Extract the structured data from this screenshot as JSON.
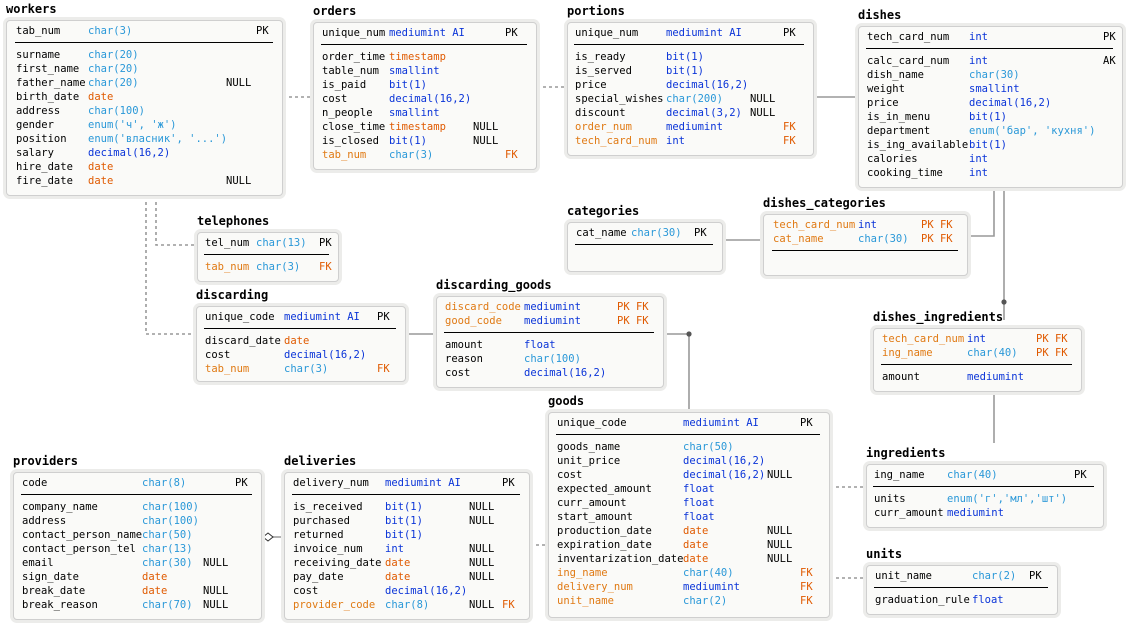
{
  "tables": [
    {
      "id": "workers",
      "title": "workers",
      "pk": [
        [
          "tab_num",
          "char(3)",
          "",
          "PK",
          0
        ]
      ],
      "fields": [
        [
          "surname",
          "char(20)",
          "",
          "",
          0
        ],
        [
          "first_name",
          "char(20)",
          "",
          "",
          0
        ],
        [
          "father_name",
          "char(20)",
          "NULL",
          "",
          0
        ],
        [
          "birth_date",
          "date",
          "",
          "",
          0
        ],
        [
          "address",
          "char(100)",
          "",
          "",
          0
        ],
        [
          "gender",
          "enum('ч', 'ж')",
          "",
          "",
          0
        ],
        [
          "position",
          "enum('власник', '...')",
          "",
          "",
          0
        ],
        [
          "salary",
          "decimal(16,2)",
          "",
          "",
          0
        ],
        [
          "hire_date",
          "date",
          "",
          "",
          0
        ],
        [
          "fire_date",
          "date",
          "NULL",
          "",
          0
        ]
      ]
    },
    {
      "id": "orders",
      "title": "orders",
      "pk": [
        [
          "unique_num",
          "mediumint AI",
          "",
          "PK",
          0
        ]
      ],
      "fields": [
        [
          "order_time",
          "timestamp",
          "",
          "",
          0
        ],
        [
          "table_num",
          "smallint",
          "",
          "",
          0
        ],
        [
          "is_paid",
          "bit(1)",
          "",
          "",
          0
        ],
        [
          "cost",
          "decimal(16,2)",
          "",
          "",
          0
        ],
        [
          "n_people",
          "smallint",
          "",
          "",
          0
        ],
        [
          "close_time",
          "timestamp",
          "NULL",
          "",
          0
        ],
        [
          "is_closed",
          "bit(1)",
          "NULL",
          "",
          0
        ],
        [
          "tab_num",
          "char(3)",
          "",
          "FK",
          1
        ]
      ]
    },
    {
      "id": "portions",
      "title": "portions",
      "pk": [
        [
          "unique_num",
          "mediumint AI",
          "",
          "PK",
          0
        ]
      ],
      "fields": [
        [
          "is_ready",
          "bit(1)",
          "",
          "",
          0
        ],
        [
          "is_served",
          "bit(1)",
          "",
          "",
          0
        ],
        [
          "price",
          "decimal(16,2)",
          "",
          "",
          0
        ],
        [
          "special_wishes",
          "char(200)",
          "NULL",
          "",
          0
        ],
        [
          "discount",
          "decimal(3,2)",
          "NULL",
          "",
          0
        ],
        [
          "order_num",
          "mediumint",
          "",
          "FK",
          1
        ],
        [
          "tech_card_num",
          "int",
          "",
          "FK",
          1
        ]
      ]
    },
    {
      "id": "dishes",
      "title": "dishes",
      "pk": [
        [
          "tech_card_num",
          "int",
          "",
          "PK",
          0
        ]
      ],
      "fields": [
        [
          "calc_card_num",
          "int",
          "",
          "AK",
          0
        ],
        [
          "dish_name",
          "char(30)",
          "",
          "",
          0
        ],
        [
          "weight",
          "smallint",
          "",
          "",
          0
        ],
        [
          "price",
          "decimal(16,2)",
          "",
          "",
          0
        ],
        [
          "is_in_menu",
          "bit(1)",
          "",
          "",
          0
        ],
        [
          "department",
          "enum('бар', 'кухня')",
          "",
          "",
          0
        ],
        [
          "is_ing_available",
          "bit(1)",
          "",
          "",
          0
        ],
        [
          "calories",
          "int",
          "",
          "",
          0
        ],
        [
          "cooking_time",
          "int",
          "",
          "",
          0
        ]
      ]
    },
    {
      "id": "telephones",
      "title": "telephones",
      "pk": [
        [
          "tel_num",
          "char(13)",
          "",
          "PK",
          0
        ]
      ],
      "fields": [
        [
          "tab_num",
          "char(3)",
          "",
          "FK",
          1
        ]
      ]
    },
    {
      "id": "categories",
      "title": "categories",
      "pk": [
        [
          "cat_name",
          "char(30)",
          "",
          "PK",
          0
        ]
      ],
      "fields": []
    },
    {
      "id": "dishes_categories",
      "title": "dishes_categories",
      "pk": [
        [
          "tech_card_num",
          "int",
          "",
          "PK FK",
          1
        ],
        [
          "cat_name",
          "char(30)",
          "",
          "PK FK",
          1
        ]
      ],
      "fields": []
    },
    {
      "id": "discarding",
      "title": "discarding",
      "pk": [
        [
          "unique_code",
          "mediumint AI",
          "",
          "PK",
          0
        ]
      ],
      "fields": [
        [
          "discard_date",
          "date",
          "",
          "",
          0
        ],
        [
          "cost",
          "decimal(16,2)",
          "",
          "",
          0
        ],
        [
          "tab_num",
          "char(3)",
          "",
          "FK",
          1
        ]
      ]
    },
    {
      "id": "discarding_goods",
      "title": "discarding_goods",
      "pk": [
        [
          "discard_code",
          "mediumint",
          "",
          "PK FK",
          1
        ],
        [
          "good_code",
          "mediumint",
          "",
          "PK FK",
          1
        ]
      ],
      "fields": [
        [
          "amount",
          "float",
          "",
          "",
          0
        ],
        [
          "reason",
          "char(100)",
          "",
          "",
          0
        ],
        [
          "cost",
          "decimal(16,2)",
          "",
          "",
          0
        ]
      ]
    },
    {
      "id": "dishes_ingredients",
      "title": "dishes_ingredients",
      "pk": [
        [
          "tech_card_num",
          "int",
          "",
          "PK FK",
          1
        ],
        [
          "ing_name",
          "char(40)",
          "",
          "PK FK",
          1
        ]
      ],
      "fields": [
        [
          "amount",
          "mediumint",
          "",
          "",
          0
        ]
      ]
    },
    {
      "id": "goods",
      "title": "goods",
      "pk": [
        [
          "unique_code",
          "mediumint AI",
          "",
          "PK",
          0
        ]
      ],
      "fields": [
        [
          "goods_name",
          "char(50)",
          "",
          "",
          0
        ],
        [
          "unit_price",
          "decimal(16,2)",
          "",
          "",
          0
        ],
        [
          "cost",
          "decimal(16,2)",
          "NULL",
          "",
          0
        ],
        [
          "expected_amount",
          "float",
          "",
          "",
          0
        ],
        [
          "curr_amount",
          "float",
          "",
          "",
          0
        ],
        [
          "start_amount",
          "float",
          "",
          "",
          0
        ],
        [
          "production_date",
          "date",
          "NULL",
          "",
          0
        ],
        [
          "expiration_date",
          "date",
          "NULL",
          "",
          0
        ],
        [
          "inventarization_date",
          "date",
          "NULL",
          "",
          0
        ],
        [
          "ing_name",
          "char(40)",
          "",
          "FK",
          1
        ],
        [
          "delivery_num",
          "mediumint",
          "",
          "FK",
          1
        ],
        [
          "unit_name",
          "char(2)",
          "",
          "FK",
          1
        ]
      ]
    },
    {
      "id": "ingredients",
      "title": "ingredients",
      "pk": [
        [
          "ing_name",
          "char(40)",
          "",
          "PK",
          0
        ]
      ],
      "fields": [
        [
          "units",
          "enum('г','мл','шт')",
          "",
          "",
          0
        ],
        [
          "curr_amount",
          "mediumint",
          "",
          "",
          0
        ]
      ]
    },
    {
      "id": "providers",
      "title": "providers",
      "pk": [
        [
          "code",
          "char(8)",
          "",
          "PK",
          0
        ]
      ],
      "fields": [
        [
          "company_name",
          "char(100)",
          "",
          "",
          0
        ],
        [
          "address",
          "char(100)",
          "",
          "",
          0
        ],
        [
          "contact_person_name",
          "char(50)",
          "",
          "",
          0
        ],
        [
          "contact_person_tel",
          "char(13)",
          "",
          "",
          0
        ],
        [
          "email",
          "char(30)",
          "NULL",
          "",
          0
        ],
        [
          "sign_date",
          "date",
          "",
          "",
          0
        ],
        [
          "break_date",
          "date",
          "NULL",
          "",
          0
        ],
        [
          "break_reason",
          "char(70)",
          "NULL",
          "",
          0
        ]
      ]
    },
    {
      "id": "deliveries",
      "title": "deliveries",
      "pk": [
        [
          "delivery_num",
          "mediumint AI",
          "",
          "PK",
          0
        ]
      ],
      "fields": [
        [
          "is_received",
          "bit(1)",
          "NULL",
          "",
          0
        ],
        [
          "purchased",
          "bit(1)",
          "NULL",
          "",
          0
        ],
        [
          "returned",
          "bit(1)",
          "",
          "",
          0
        ],
        [
          "invoice_num",
          "int",
          "NULL",
          "",
          0
        ],
        [
          "receiving_date",
          "date",
          "NULL",
          "",
          0
        ],
        [
          "pay_date",
          "date",
          "NULL",
          "",
          0
        ],
        [
          "cost",
          "decimal(16,2)",
          "",
          "",
          0
        ],
        [
          "provider_code",
          "char(8)",
          "NULL",
          "FK",
          1
        ]
      ]
    },
    {
      "id": "units",
      "title": "units",
      "pk": [
        [
          "unit_name",
          "char(2)",
          "",
          "PK",
          0
        ]
      ],
      "fields": [
        [
          "graduation_rule",
          "float",
          "",
          "",
          0
        ]
      ]
    }
  ],
  "colors": {
    "fk_name": "#e07a14",
    "line": "#999999",
    "dot": "#555555",
    "type_blue": "#0a34d8",
    "type_cyan": "#2a98d8",
    "type_orange": "#e05a00"
  },
  "connectors": [
    {
      "from": "workers",
      "to": "orders"
    },
    {
      "from": "orders",
      "to": "portions"
    },
    {
      "from": "portions",
      "to": "dishes"
    },
    {
      "from": "workers",
      "to": "telephones"
    },
    {
      "from": "workers",
      "to": "discarding"
    },
    {
      "from": "categories",
      "to": "dishes_categories"
    },
    {
      "from": "dishes",
      "to": "dishes_categories"
    },
    {
      "from": "dishes",
      "to": "dishes_ingredients"
    },
    {
      "from": "discarding",
      "to": "discarding_goods"
    },
    {
      "from": "discarding_goods",
      "to": "goods"
    },
    {
      "from": "dishes_ingredients",
      "to": "ingredients"
    },
    {
      "from": "goods",
      "to": "ingredients"
    },
    {
      "from": "goods",
      "to": "units"
    },
    {
      "from": "deliveries",
      "to": "goods"
    },
    {
      "from": "providers",
      "to": "deliveries"
    }
  ]
}
